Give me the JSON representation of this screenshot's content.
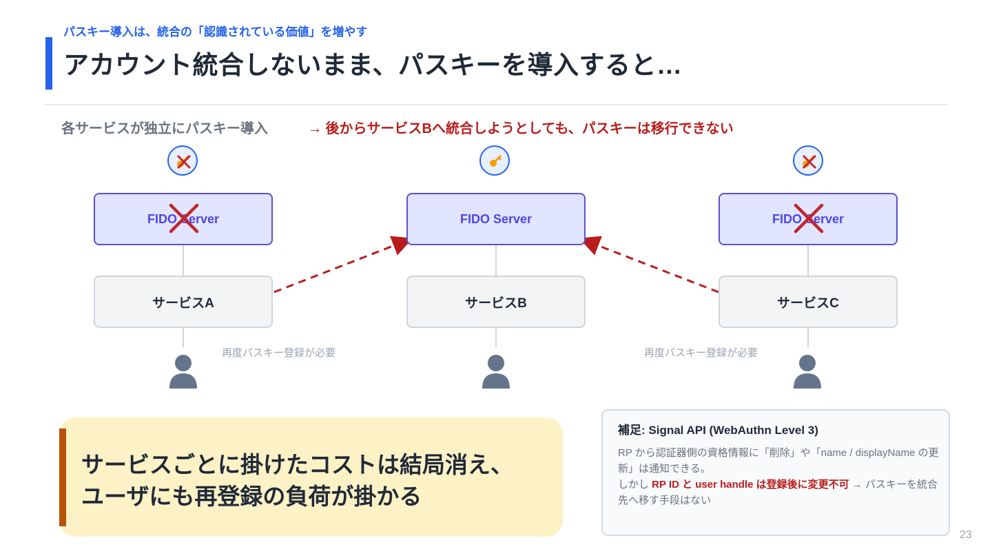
{
  "slide": {
    "kicker": "パスキー導入は、統合の「認識されている価値」を増やす",
    "title": "アカウント統合しないまま、パスキーを導入すると…",
    "left_caption": "各サービスが独立にパスキー導入",
    "red_caption": "→ 後からサービスBへ統合しようとしても、パスキーは移行できない",
    "page_number": "23"
  },
  "diagram": {
    "columns": [
      {
        "fido_label": "FIDO Server",
        "service_label": "サービスA",
        "status": "removed",
        "badge_icon": "key-crossed-icon"
      },
      {
        "fido_label": "FIDO Server",
        "service_label": "サービスB",
        "status": "active",
        "badge_icon": "key-icon"
      },
      {
        "fido_label": "FIDO Server",
        "service_label": "サービスC",
        "status": "removed",
        "badge_icon": "key-crossed-icon"
      }
    ],
    "reregister_note_a": "再度パスキー登録が必要",
    "reregister_note_c": "再度パスキー登録が必要"
  },
  "callout": {
    "line1": "サービスごとに掛けたコストは結局消え、",
    "line2": "ユーザにも再登録の負荷が掛かる"
  },
  "sidebar": {
    "title": "補足: Signal API (WebAuthn Level 3)",
    "p1": "RP から認証器側の資格情報に「削除」や「name / displayName の更新」は通知できる。",
    "p2_prefix": "しかし ",
    "p2_highlight": "RP ID と user handle は登録後に変更不可",
    "p2_suffix": " → パスキーを統合先へ移す手段はない"
  },
  "colors": {
    "accent_blue": "#2563eb",
    "alert_red": "#b91c1c",
    "fido_fill": "#e1e5ff",
    "callout_fill": "#fdf1c6",
    "callout_bar": "#b45309"
  }
}
